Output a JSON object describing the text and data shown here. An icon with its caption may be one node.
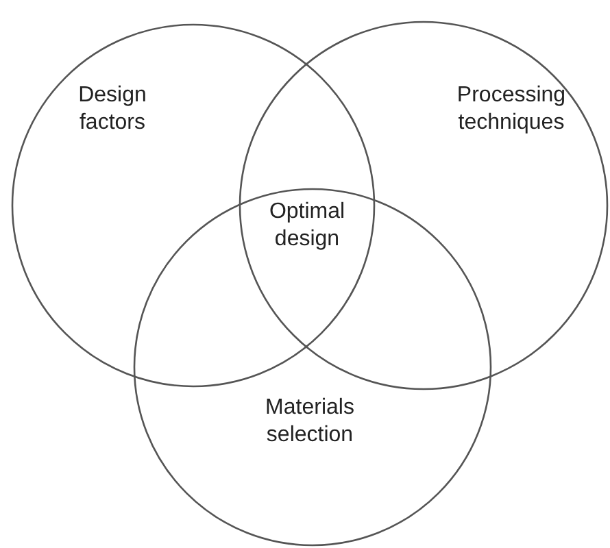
{
  "diagram": {
    "nodes": [
      {
        "text": [
          "Design factors"
        ]
      },
      {
        "text": [
          "Processing techniques"
        ]
      },
      {
        "text": [
          "Materials selection"
        ]
      }
    ],
    "labels": [
      "Optimal design"
    ]
  }
}
